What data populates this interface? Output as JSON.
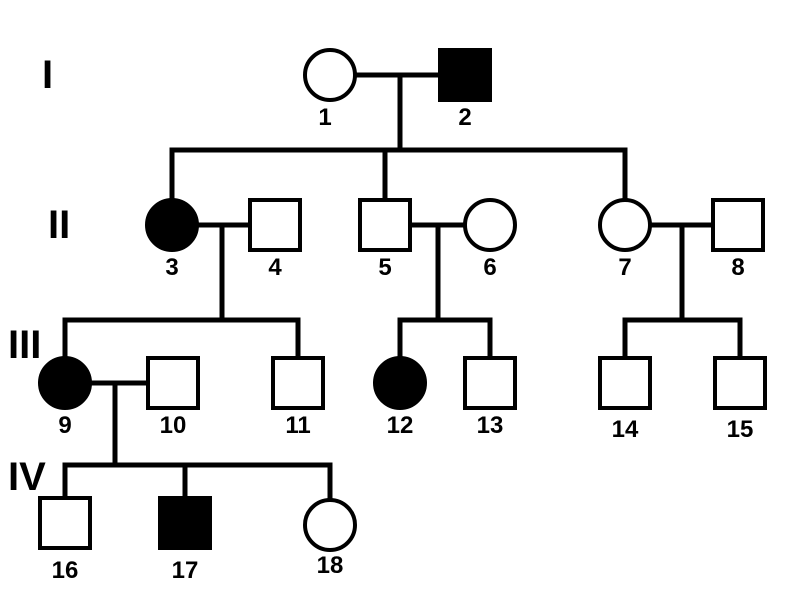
{
  "generations": [
    "I",
    "II",
    "III",
    "IV"
  ],
  "colors": {
    "affected": "#000000",
    "unaffected": "#ffffff",
    "stroke": "#000000"
  },
  "individuals": [
    {
      "id": "1",
      "sex": "female",
      "affected": false
    },
    {
      "id": "2",
      "sex": "male",
      "affected": true
    },
    {
      "id": "3",
      "sex": "female",
      "affected": true
    },
    {
      "id": "4",
      "sex": "male",
      "affected": false
    },
    {
      "id": "5",
      "sex": "male",
      "affected": false
    },
    {
      "id": "6",
      "sex": "female",
      "affected": false
    },
    {
      "id": "7",
      "sex": "female",
      "affected": false
    },
    {
      "id": "8",
      "sex": "male",
      "affected": false
    },
    {
      "id": "9",
      "sex": "female",
      "affected": true
    },
    {
      "id": "10",
      "sex": "male",
      "affected": false
    },
    {
      "id": "11",
      "sex": "male",
      "affected": false
    },
    {
      "id": "12",
      "sex": "female",
      "affected": true
    },
    {
      "id": "13",
      "sex": "male",
      "affected": false
    },
    {
      "id": "14",
      "sex": "male",
      "affected": false
    },
    {
      "id": "15",
      "sex": "male",
      "affected": false
    },
    {
      "id": "16",
      "sex": "male",
      "affected": false
    },
    {
      "id": "17",
      "sex": "male",
      "affected": true
    },
    {
      "id": "18",
      "sex": "female",
      "affected": false
    }
  ]
}
